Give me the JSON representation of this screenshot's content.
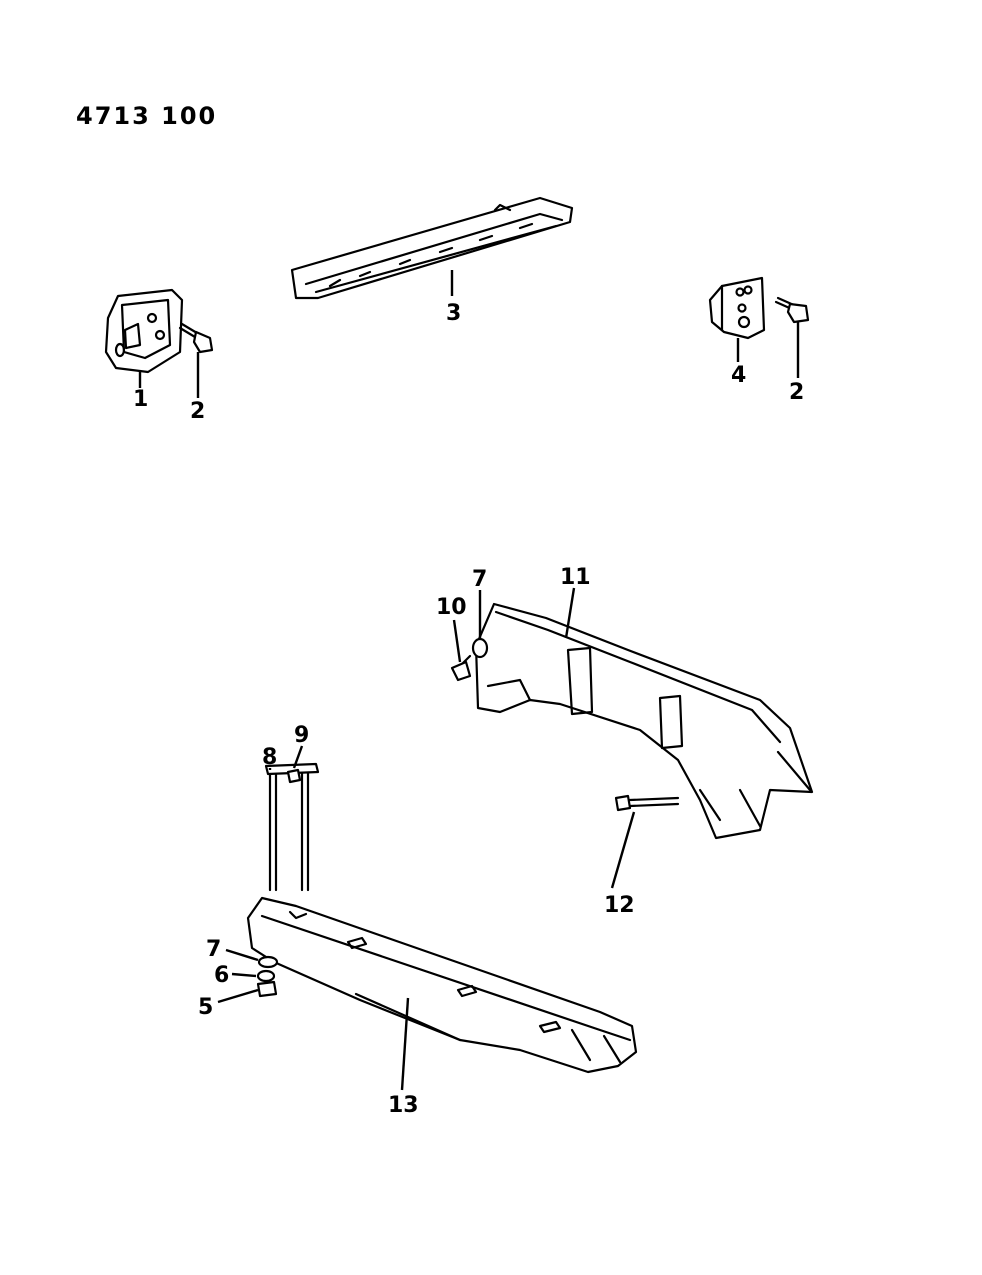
{
  "diagram": {
    "ref_number": "4713 100",
    "callouts": {
      "c1": "1",
      "c2a": "2",
      "c3": "3",
      "c4": "4",
      "c2b": "2",
      "c7a": "7",
      "c11": "11",
      "c10": "10",
      "c9": "9",
      "c8": "8",
      "c12": "12",
      "c7b": "7",
      "c6": "6",
      "c5": "5",
      "c13": "13"
    }
  }
}
